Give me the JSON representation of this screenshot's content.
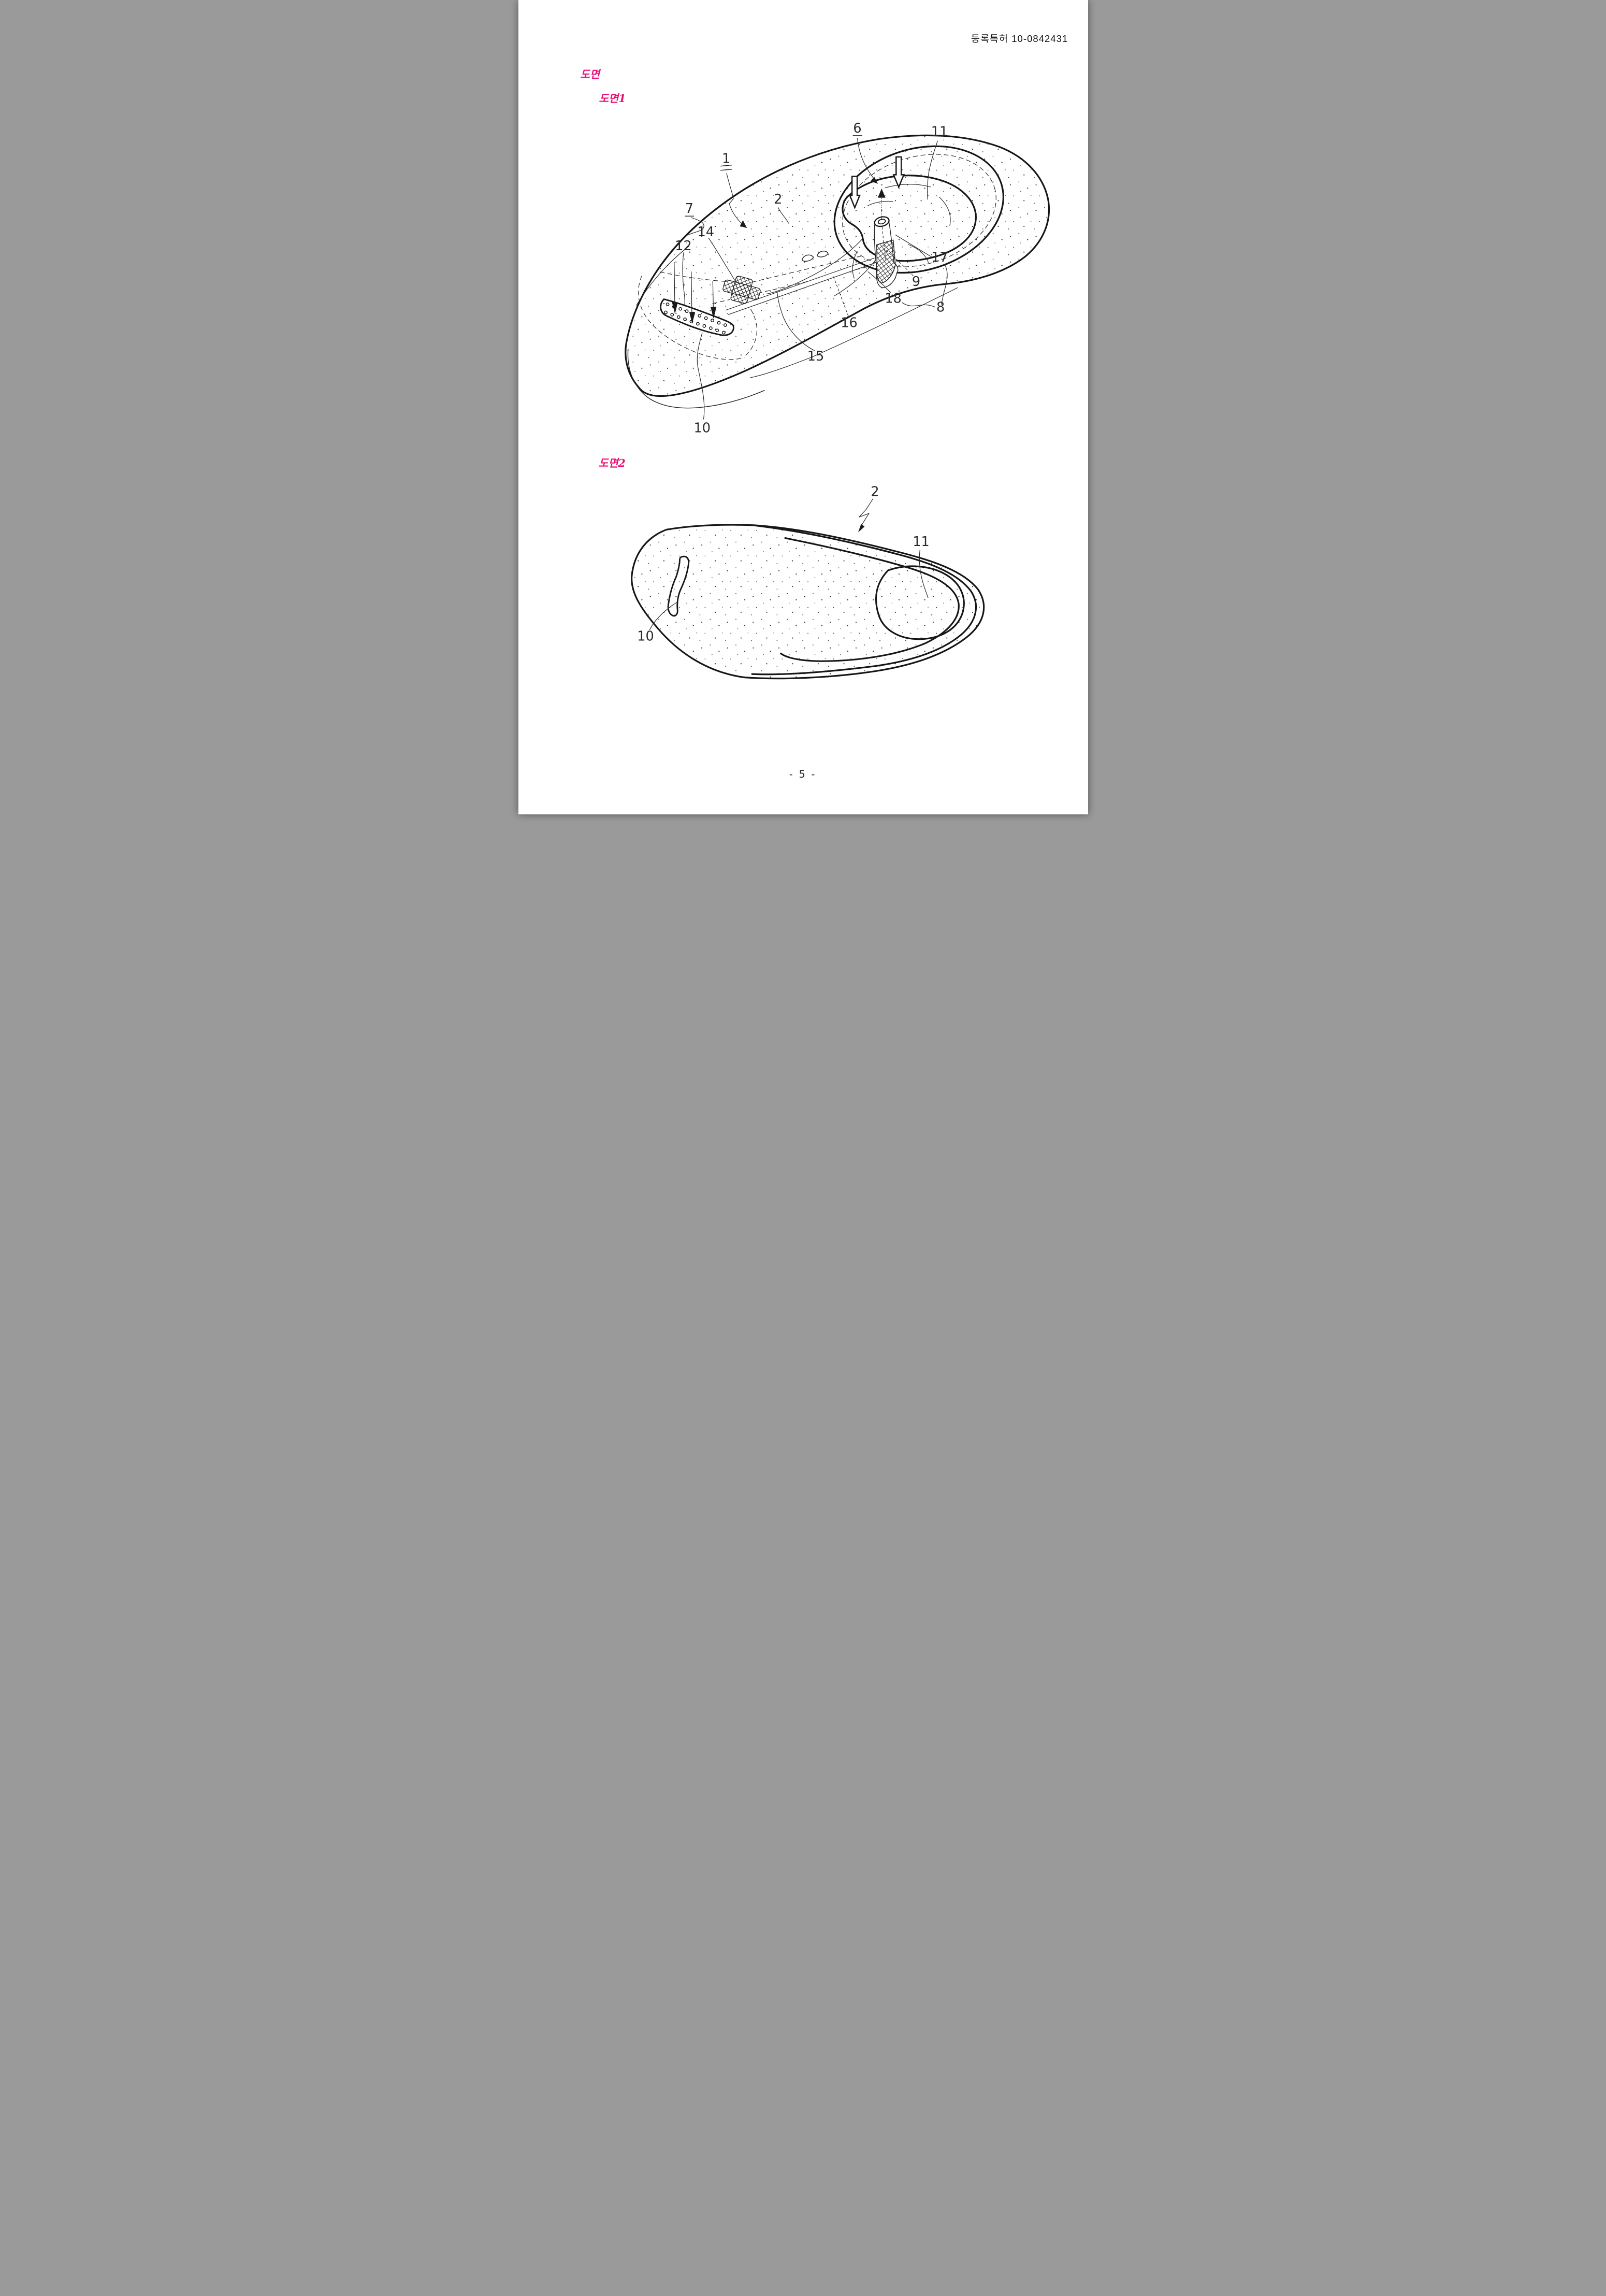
{
  "page": {
    "header": "등록특허  10-0842431",
    "page_number": "- 5 -",
    "drawings_title": "도면",
    "colors": {
      "caption_magenta": "#ed0f76",
      "ink": "#1a1a1a",
      "paper": "#ffffff"
    }
  },
  "figure1": {
    "caption": "도면1",
    "type": "patent perspective drawing of shoe insole",
    "labels": {
      "l1": "1",
      "l2": "2",
      "l6": "6",
      "l7": "7",
      "l8": "8",
      "l9": "9",
      "l10": "10",
      "l11": "11",
      "l12": "12",
      "l14": "14",
      "l15": "15",
      "l16": "16",
      "l17": "17",
      "l18": "18"
    }
  },
  "figure2": {
    "caption": "도면2",
    "type": "patent top view drawing of shoe insole",
    "labels": {
      "l2": "2",
      "l10": "10",
      "l11": "11"
    }
  }
}
